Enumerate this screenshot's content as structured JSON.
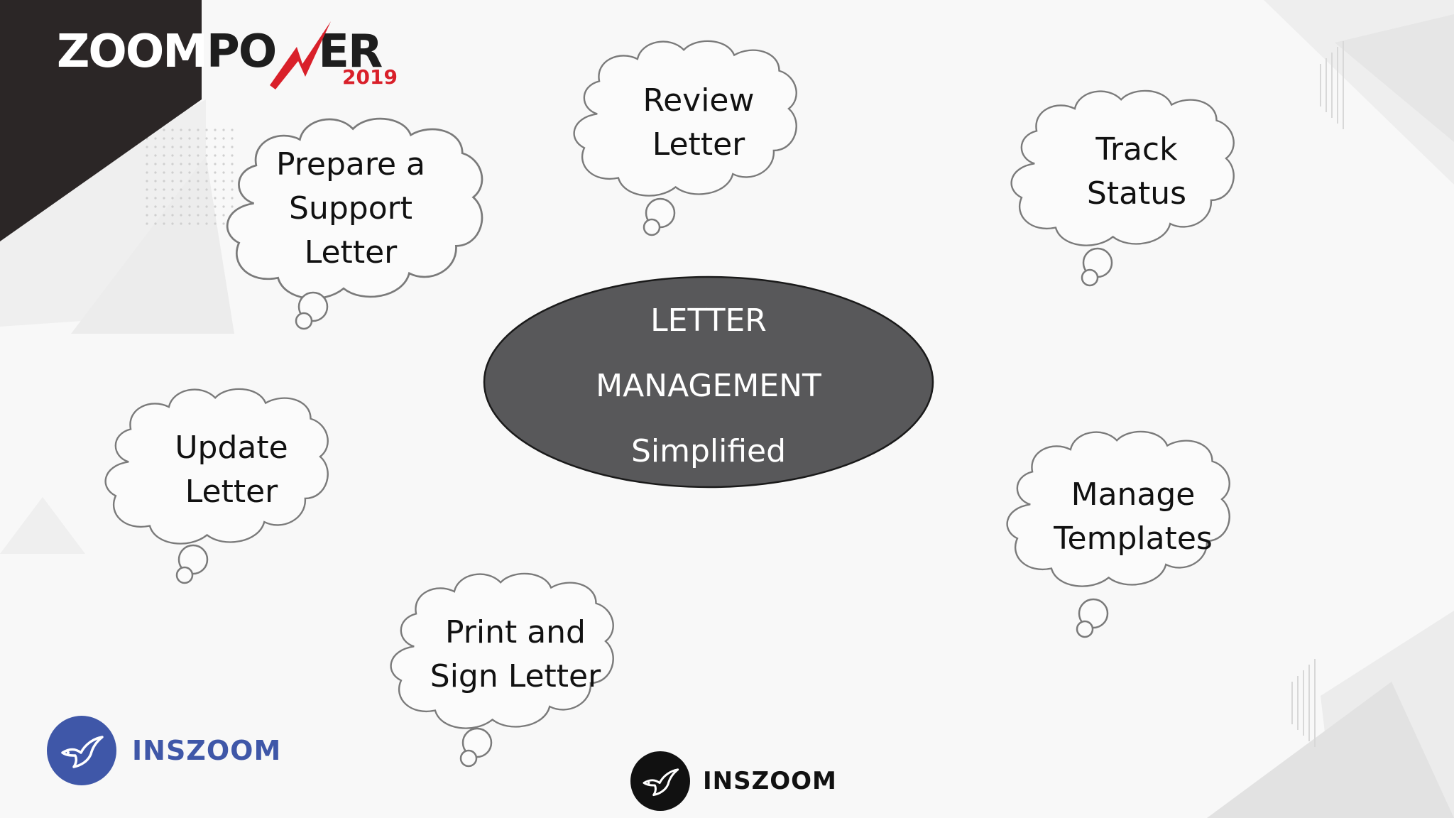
{
  "brand": {
    "event_name_part1": "ZOOM",
    "event_name_part2": "PO",
    "event_name_part3": "ER",
    "event_year": "2019",
    "accent_color": "#d9202a"
  },
  "center": {
    "line1": "LETTER",
    "line2": "MANAGEMENT",
    "line3": "Simplified",
    "fill_color": "#58585a"
  },
  "clouds": [
    {
      "lines": [
        "Prepare a",
        "Support",
        "Letter"
      ]
    },
    {
      "lines": [
        "Review",
        "Letter"
      ]
    },
    {
      "lines": [
        "Track",
        "Status"
      ]
    },
    {
      "lines": [
        "Update",
        "Letter"
      ]
    },
    {
      "lines": [
        "Manage",
        "Templates"
      ]
    },
    {
      "lines": [
        "Print and",
        "Sign Letter"
      ]
    }
  ],
  "footer": {
    "left_logo_text": "INSZOOM",
    "left_logo_color": "#3f57a8",
    "center_logo_text": "INSZOOM",
    "center_logo_color": "#111111",
    "logo_icon": "bird-icon"
  }
}
